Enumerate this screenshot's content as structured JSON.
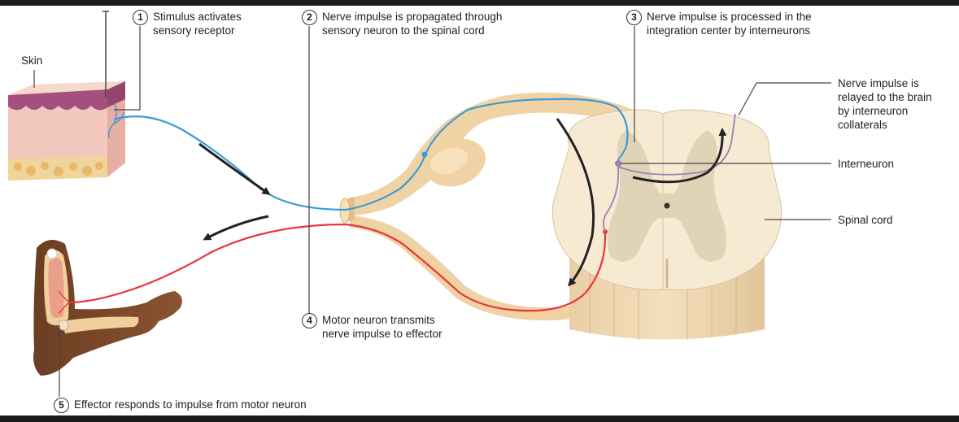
{
  "steps": [
    {
      "number": "1",
      "line1": "Stimulus activates",
      "line2": "sensory receptor"
    },
    {
      "number": "2",
      "line1": "Nerve impulse is propagated through",
      "line2": "sensory neuron to the spinal cord"
    },
    {
      "number": "3",
      "line1": "Nerve impulse is processed in the",
      "line2": "integration center by interneurons"
    },
    {
      "number": "4",
      "line1": "Motor neuron transmits",
      "line2": "nerve impulse to effector"
    },
    {
      "number": "5",
      "line1": "Effector responds to impulse from motor neuron"
    }
  ],
  "labels": {
    "skin": "Skin",
    "brain_relay": [
      "Nerve impulse is",
      "relayed to the brain",
      "by interneuron",
      "collaterals"
    ],
    "interneuron": "Interneuron",
    "spinal_cord": "Spinal cord"
  },
  "colors": {
    "sensory_neuron": "#3a9bd5",
    "motor_neuron": "#e8343c",
    "interneuron": "#9b7fb5",
    "nerve_tissue": "#f0d3a4",
    "gray_matter": "#d9ccb1",
    "skin_dermis": "#f4c8c0",
    "skin_epidermis": "#a4507d",
    "arrow": "#222222"
  },
  "icons": [
    "numbered-circle",
    "curved-arrow"
  ]
}
